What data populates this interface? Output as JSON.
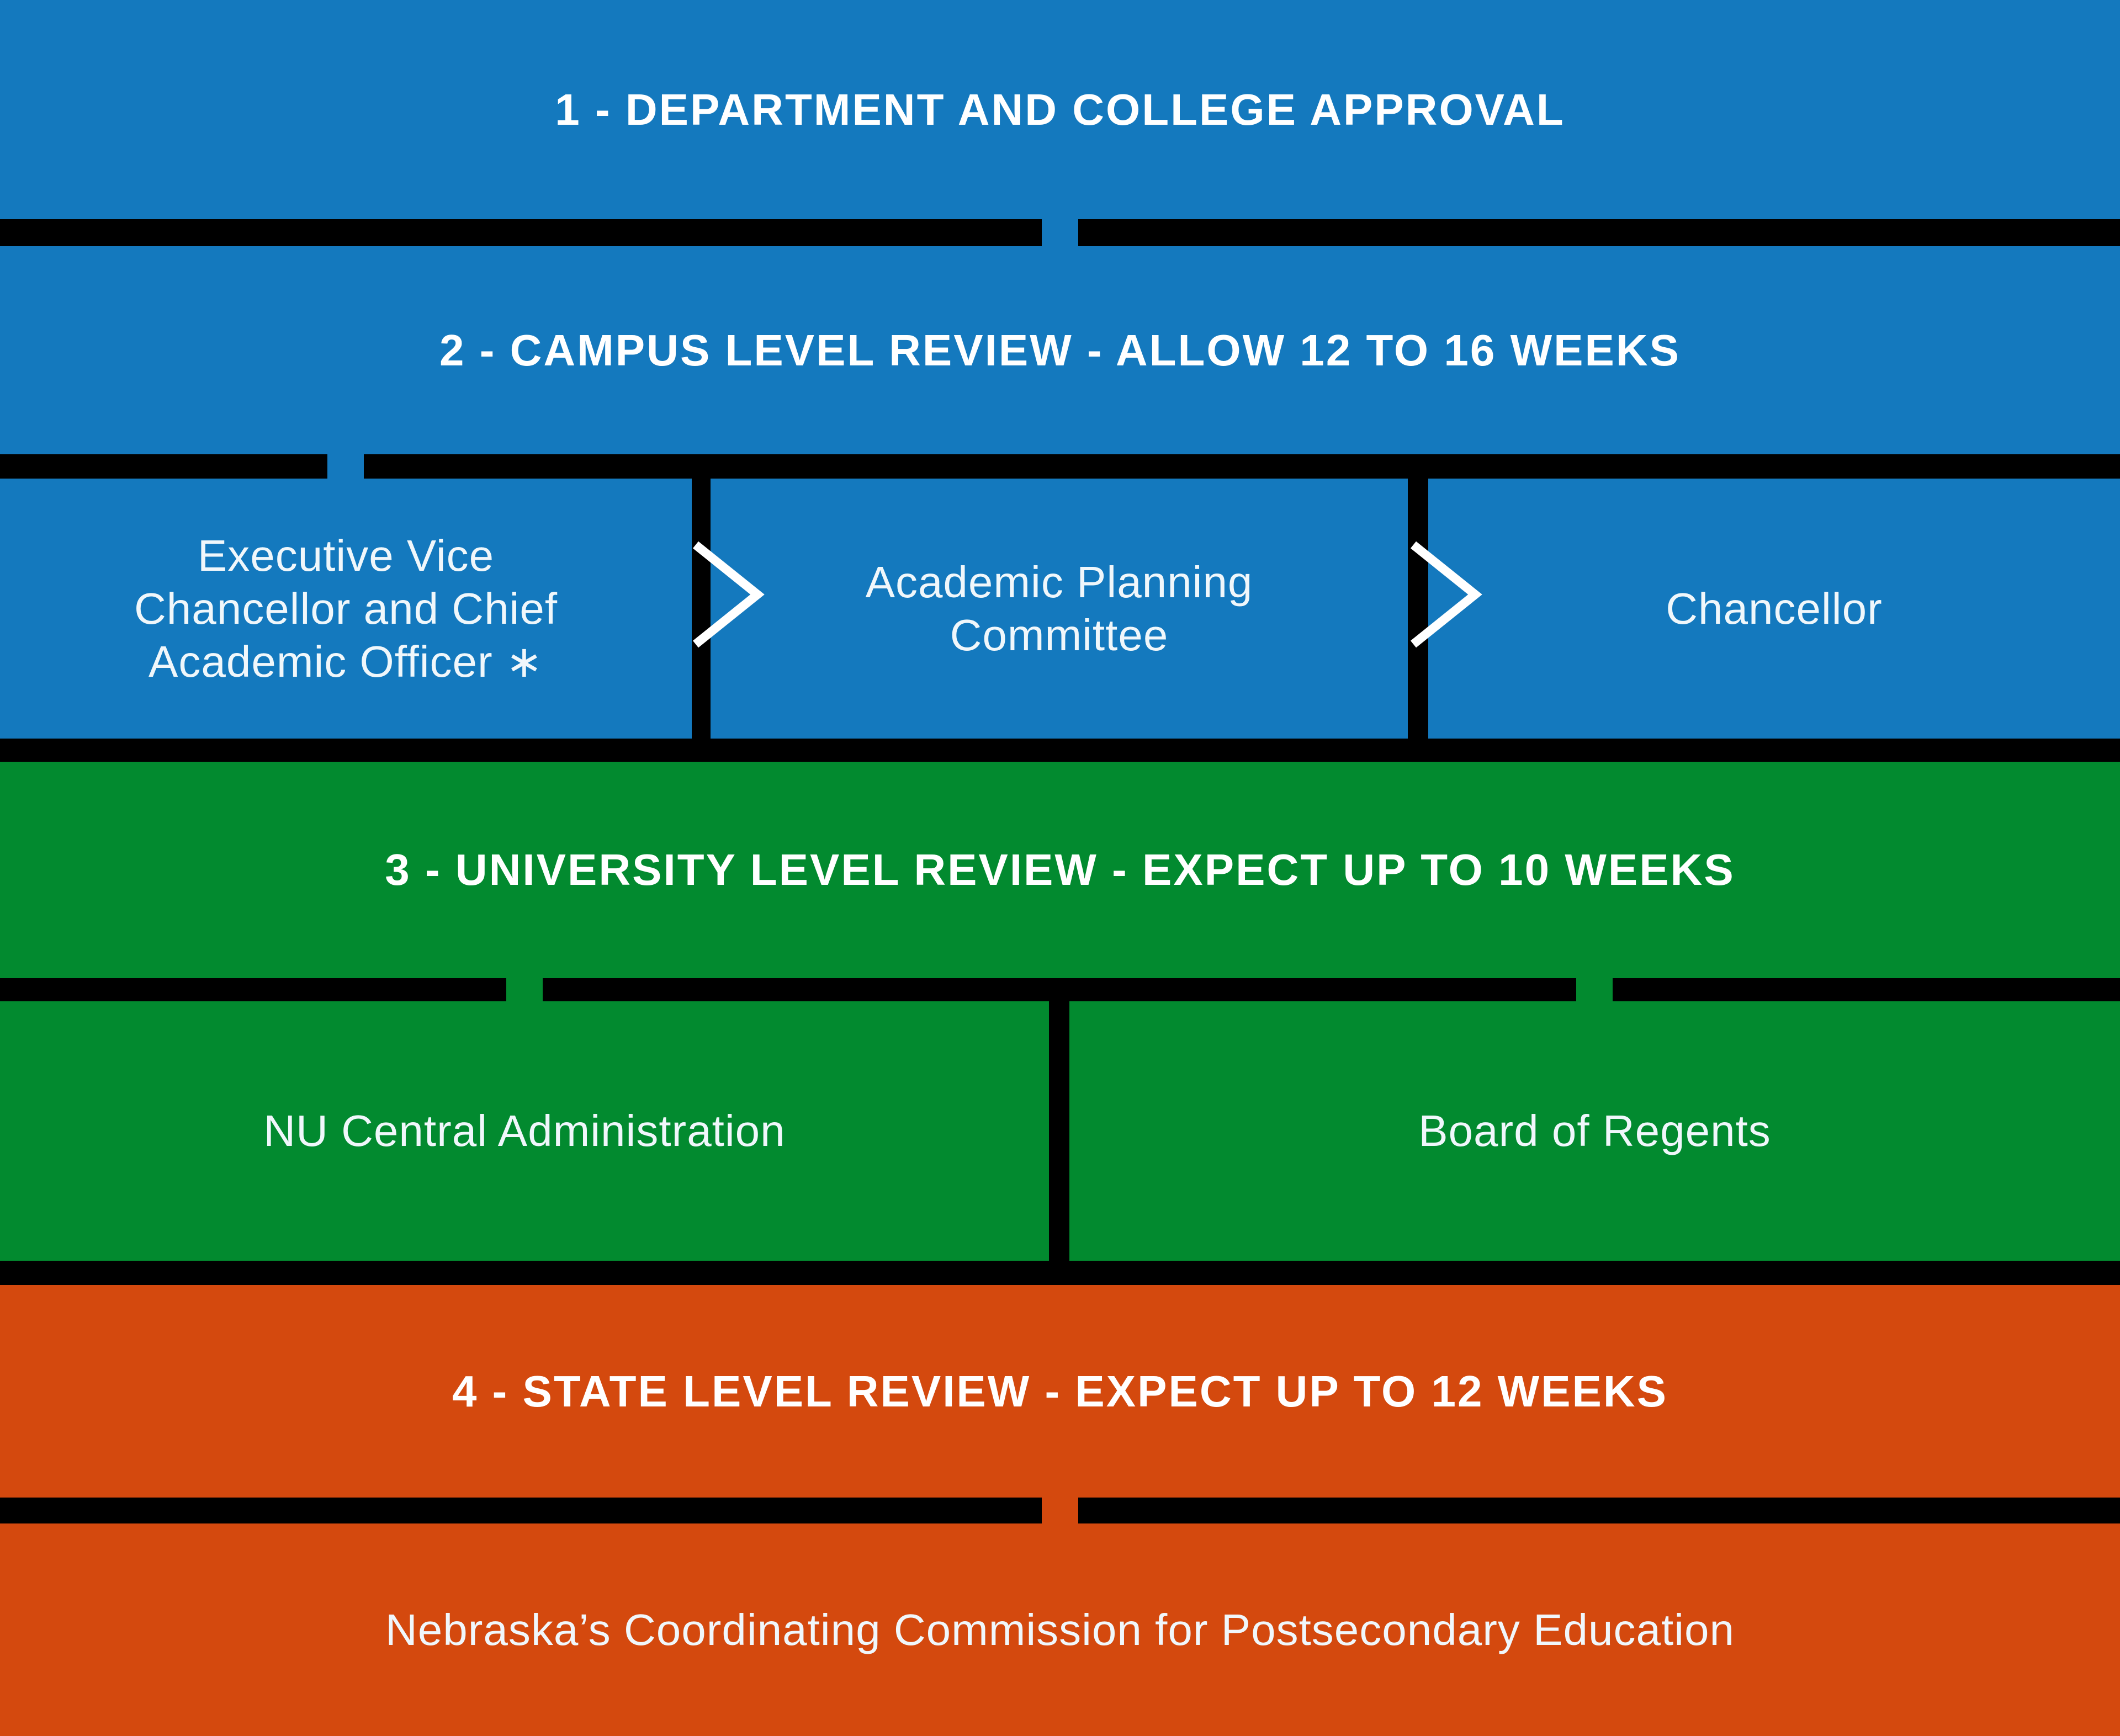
{
  "diagram": {
    "colors": {
      "blue": "#1479be",
      "green": "#028a2f",
      "orange": "#d4490e",
      "separator": "#000000",
      "text": "#ffffff"
    },
    "stages": [
      {
        "title": "1 - DEPARTMENT AND COLLEGE APPROVAL"
      },
      {
        "title": "2 - CAMPUS LEVEL REVIEW - ALLOW 12 TO 16 WEEKS",
        "boxes": [
          {
            "lines": [
              "Executive Vice",
              "Chancellor and Chief",
              "Academic Officer ∗"
            ]
          },
          {
            "lines": [
              "Academic Planning",
              "Committee"
            ]
          },
          {
            "lines": [
              "Chancellor"
            ]
          }
        ]
      },
      {
        "title": "3 - UNIVERSITY LEVEL REVIEW - EXPECT UP TO 10 WEEKS",
        "boxes": [
          {
            "lines": [
              "NU Central Administration"
            ]
          },
          {
            "lines": [
              "Board of Regents"
            ]
          }
        ]
      },
      {
        "title": "4 - STATE LEVEL REVIEW - EXPECT UP TO 12 WEEKS",
        "boxes": [
          {
            "lines": [
              "Nebraska’s Coordinating Commission for Postsecondary Education"
            ]
          }
        ]
      }
    ]
  }
}
